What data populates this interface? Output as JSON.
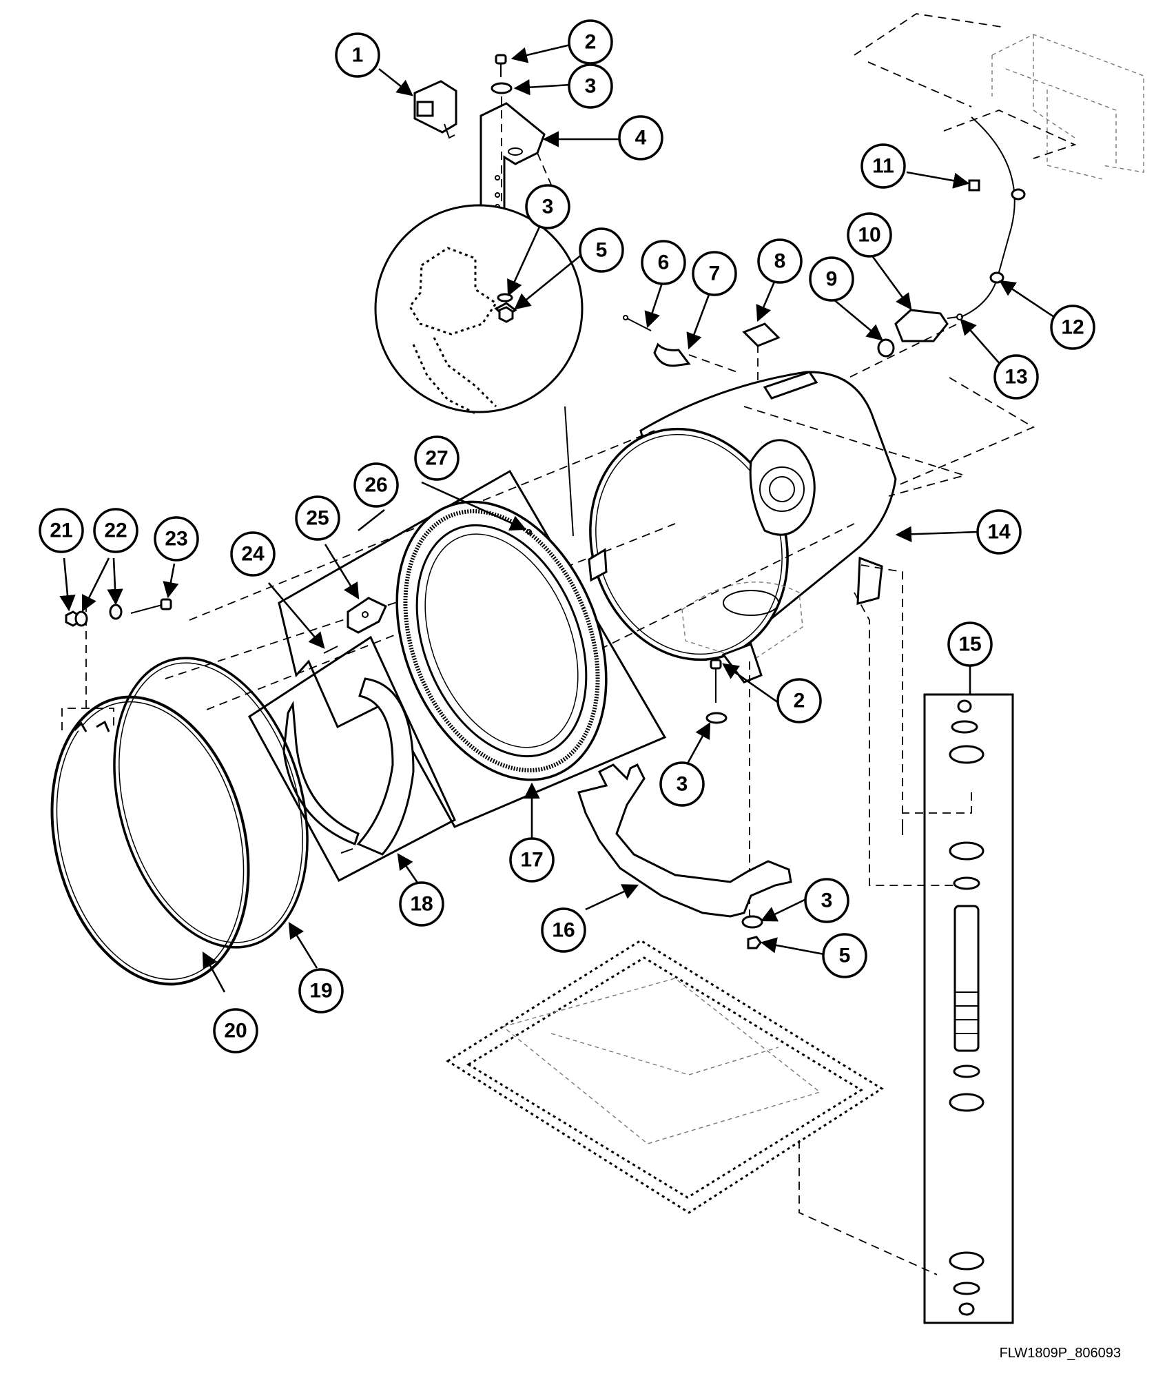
{
  "drawing_id": "FLW1809P_806093",
  "callouts": [
    "1",
    "2",
    "3",
    "3",
    "4",
    "5",
    "6",
    "7",
    "8",
    "9",
    "10",
    "11",
    "12",
    "13",
    "14",
    "15",
    "2",
    "3",
    "16",
    "17",
    "18",
    "19",
    "20",
    "21",
    "22",
    "23",
    "24",
    "25",
    "26",
    "27",
    "3",
    "5"
  ],
  "colors": {
    "ink": "#000000",
    "paper": "#ffffff"
  }
}
